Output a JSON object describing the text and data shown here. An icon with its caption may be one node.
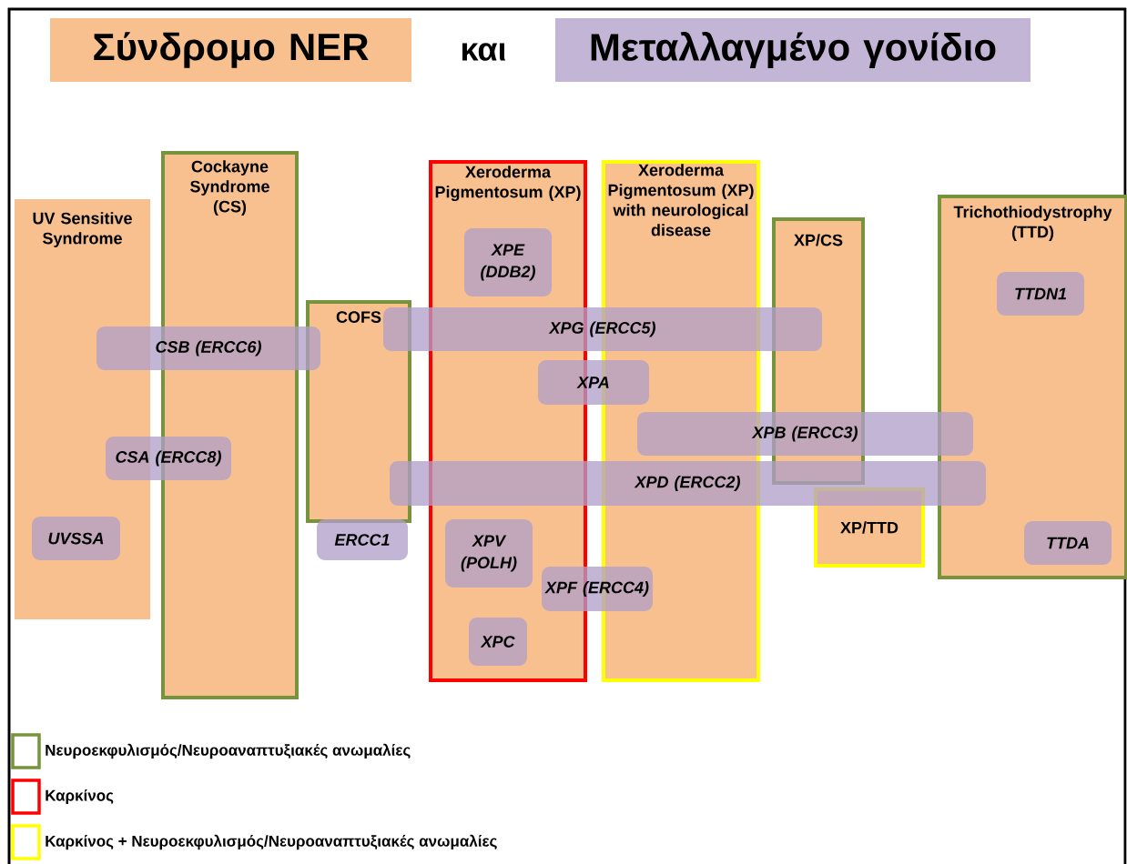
{
  "diagram": {
    "nodes": [
      {
        "text": [
          "Σύνδρομο NER"
        ]
      },
      {
        "text": [
          "Μεταλλαγμένο γονίδιο"
        ]
      },
      {
        "text": [
          "UV Sensitive Syndrome"
        ]
      },
      {
        "text": [
          "Cockayne Syndrome (CS)"
        ]
      },
      {
        "text": [
          "COFS"
        ]
      },
      {
        "text": [
          "Xeroderma Pigmentosum (XP)"
        ]
      },
      {
        "text": [
          "Xeroderma Pigmentosum (XP) with neurological disease"
        ]
      },
      {
        "text": [
          "XP/CS"
        ]
      },
      {
        "text": [
          "XP/TTD"
        ]
      },
      {
        "text": [
          "Trichothiodystrophy (TTD)"
        ]
      },
      {
        "text": [
          "XPE (DDB2)"
        ],
        "in": 5
      },
      {
        "text": [
          "CSB (ERCC6)"
        ]
      },
      {
        "text": [
          "XPG (ERCC5)"
        ]
      },
      {
        "text": [
          "XPA"
        ]
      },
      {
        "text": [
          "XPB (ERCC3)"
        ]
      },
      {
        "text": [
          "CSA (ERCC8)"
        ]
      },
      {
        "text": [
          "XPD (ERCC2)"
        ]
      },
      {
        "text": [
          "UVSSA"
        ],
        "in": 2
      },
      {
        "text": [
          "ERCC1"
        ]
      },
      {
        "text": [
          "XPV (POLH)"
        ],
        "in": 5
      },
      {
        "text": [
          "XPF (ERCC4)"
        ]
      },
      {
        "text": [
          "XPC"
        ],
        "in": 5
      },
      {
        "text": [
          "TTDN1"
        ],
        "in": 9
      },
      {
        "text": [
          "TTDA"
        ],
        "in": 9
      }
    ],
    "edges": [],
    "labels": [
      "και"
    ],
    "legend": [
      {
        "text": "Νευροεκφυλισμός/Νευροαναπτυξιακές ανωμαλίες",
        "color": "#77933c"
      },
      {
        "text": "Καρκίνος",
        "color": "#ff0000"
      },
      {
        "text": "Καρκίνος + Νευροεκφυλισμός/Νευροαναπτυξιακές ανωμαλίες",
        "color": "#ffff00"
      }
    ]
  }
}
